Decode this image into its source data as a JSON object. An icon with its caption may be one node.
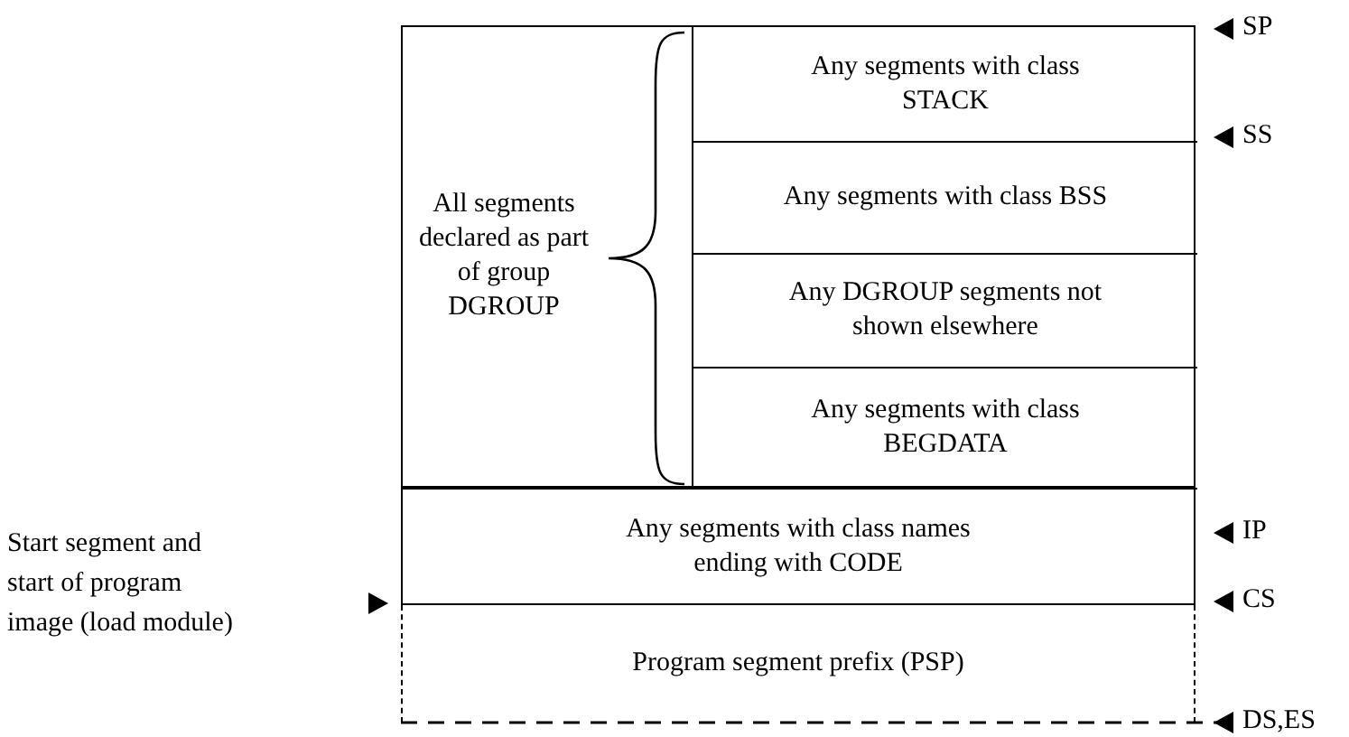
{
  "diagram": {
    "nodes": [
      {
        "text": [
          "All segments declared as part of group DGROUP"
        ]
      },
      {
        "text": [
          "Any segments with class STACK"
        ],
        "in": 0
      },
      {
        "text": [
          "Any segments with class BSS"
        ],
        "in": 0
      },
      {
        "text": [
          "Any DGROUP segments not shown elsewhere"
        ],
        "in": 0
      },
      {
        "text": [
          "Any segments with class BEGDATA"
        ],
        "in": 0
      },
      {
        "text": [
          "Any segments with class names ending with CODE"
        ]
      },
      {
        "text": [
          "Program segment prefix (PSP)"
        ]
      }
    ],
    "labels": [
      "SP",
      "SS",
      "IP",
      "Start segment and start of program image (load module)",
      "CS",
      "DS,ES"
    ]
  }
}
